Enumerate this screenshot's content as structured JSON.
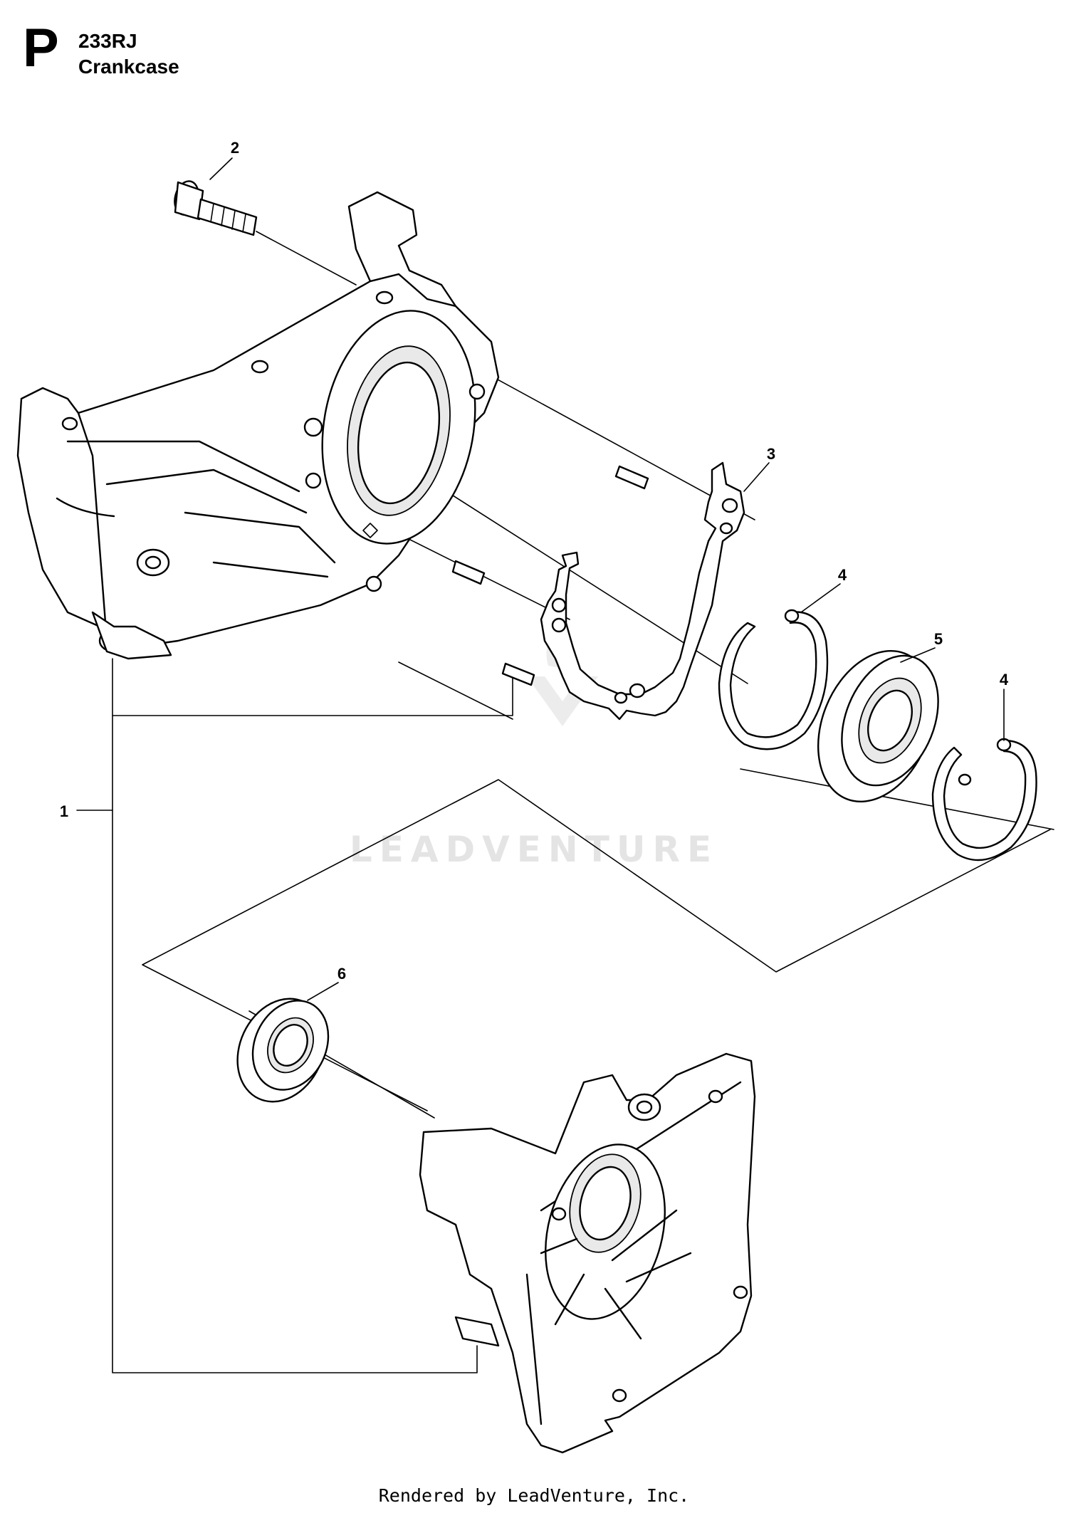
{
  "header": {
    "section_letter": "P",
    "model": "233RJ",
    "title": "Crankcase"
  },
  "callouts": [
    {
      "id": "1",
      "label": "1"
    },
    {
      "id": "2",
      "label": "2"
    },
    {
      "id": "3",
      "label": "3"
    },
    {
      "id": "4a",
      "label": "4"
    },
    {
      "id": "5",
      "label": "5"
    },
    {
      "id": "4b",
      "label": "4"
    },
    {
      "id": "6",
      "label": "6"
    }
  ],
  "watermark": {
    "text": "LEADVENTURE"
  },
  "footer": {
    "text": "Rendered by LeadVenture, Inc."
  }
}
